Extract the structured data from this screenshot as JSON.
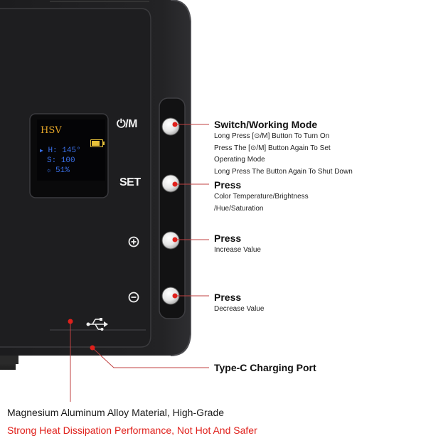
{
  "oled": {
    "mode": "HSV",
    "rows": [
      {
        "marker": "▶",
        "label": "H:",
        "value": "145",
        "unit": "°"
      },
      {
        "marker": "",
        "label": "S:",
        "value": "100",
        "unit": ""
      },
      {
        "marker": "☼",
        "label": "",
        "value": "51",
        "unit": "%"
      }
    ],
    "battery_level": 0.8,
    "battery_color": "#e8c23a",
    "text_color": "#3a6fe6",
    "mode_color": "#e3a528"
  },
  "buttons": [
    {
      "label": "⏻/M",
      "icon": "power-mode-icon"
    },
    {
      "label": "SET",
      "icon": ""
    },
    {
      "label": "⊕",
      "icon": "plus-circle-icon"
    },
    {
      "label": "⊖",
      "icon": "minus-circle-icon"
    }
  ],
  "usb_icon": "usb-icon",
  "callouts": [
    {
      "title": "Switch/Working Mode",
      "lines": [
        "Long Press [⊙/M] Button To Turn On",
        "Press The [⊙/M] Button Again To Set",
        "Operating Mode",
        "Long Press The Button Again To Shut Down"
      ]
    },
    {
      "title": "Press",
      "lines": [
        "Color Temperature/Brightness",
        "/Hue/Saturation"
      ]
    },
    {
      "title": "Press",
      "lines": [
        "Increase Value"
      ]
    },
    {
      "title": "Press",
      "lines": [
        "Decrease Value"
      ]
    },
    {
      "title": "Type-C Charging Port",
      "lines": []
    }
  ],
  "description": {
    "line1": "Magnesium Aluminum Alloy Material, High-Grade",
    "line2": "Strong Heat Dissipation Performance, Not Hot And Safer"
  },
  "colors": {
    "accent_red": "#e0201b",
    "device_body": "#1b1b1d"
  }
}
